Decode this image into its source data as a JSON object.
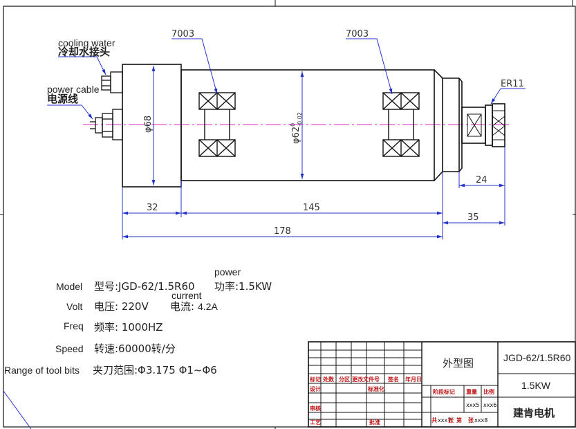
{
  "callouts": {
    "cooling_water_en": "cooling water",
    "cooling_water_cn": "冷却水接头",
    "power_cable_en": "power cable",
    "power_cable_cn": "电源线",
    "bearing_left": "7003",
    "bearing_right": "7003",
    "collet": "ER11"
  },
  "dimensions": {
    "body_diameter": "φ68",
    "housing_diameter": "φ62",
    "housing_tolerance_upper": "0",
    "housing_tolerance_lower": "-0.02",
    "end_cap_length": "32",
    "body_length": "145",
    "total_length": "178",
    "nose_length": "35",
    "collet_length": "24"
  },
  "specs": {
    "model_en": "Model",
    "model_cn": "型号:JGD-62/1.5R60",
    "power_en": "power",
    "power_cn": "功率:1.5KW",
    "volt_en": "Volt",
    "volt_cn": "电压: 220V",
    "current_en": "current",
    "current_cn": "电流:",
    "current_value": "4.2A",
    "freq_en": "Freq",
    "freq_cn": "频率: 1000HZ",
    "speed_en": "Speed",
    "speed_cn": "转速:60000转/分",
    "tool_en": "Range of tool bits",
    "tool_cn": "夹刀范围:Φ3.175  Φ1~Φ6"
  },
  "title_block": {
    "drawing_title": "外型图",
    "model": "JGD-62/1.5R60",
    "power": "1.5KW",
    "company": "建肯电机",
    "row_labels": {
      "mark": "标记",
      "count": "处数",
      "zone": "分区",
      "change_doc": "更改文件号",
      "signature": "签名",
      "date": "年月日",
      "design": "设计",
      "standardize": "标准化",
      "stage_mark": "阶段标记",
      "weight": "重量",
      "scale": "比例",
      "review": "审核",
      "process": "工艺",
      "approve": "批准",
      "total": "共",
      "sheet_word": "张",
      "sheet_num": "第",
      "sheet_word2": "张"
    },
    "xxx5": "xxx5",
    "xxx6": "xxx6",
    "xxx7": "xxx7",
    "xxx8": "xxx8"
  },
  "colors": {
    "outline": "#111111",
    "dimension": "#2233cc",
    "centerline": "#e020c0",
    "title_block_red": "#c01818"
  }
}
